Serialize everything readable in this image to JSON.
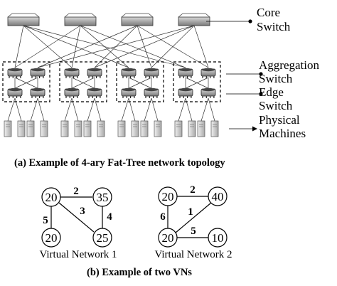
{
  "labels": {
    "core": [
      "Core",
      "Switch"
    ],
    "aggregation": [
      "Aggregation",
      "Switch"
    ],
    "edge": [
      "Edge",
      "Switch"
    ],
    "machines": [
      "Physical",
      "Machines"
    ]
  },
  "caption_a": "(a) Example of 4-ary Fat-Tree network topology",
  "caption_b": "(b) Example of two VNs",
  "vn1": {
    "label": "Virtual Network 1",
    "nodes": [
      "20",
      "35",
      "20",
      "25"
    ],
    "edge_weights": [
      "2",
      "5",
      "3",
      "4"
    ]
  },
  "vn2": {
    "label": "Virtual Network 2",
    "nodes": [
      "20",
      "40",
      "20",
      "10"
    ],
    "edge_weights": [
      "2",
      "6",
      "1",
      "5"
    ]
  }
}
